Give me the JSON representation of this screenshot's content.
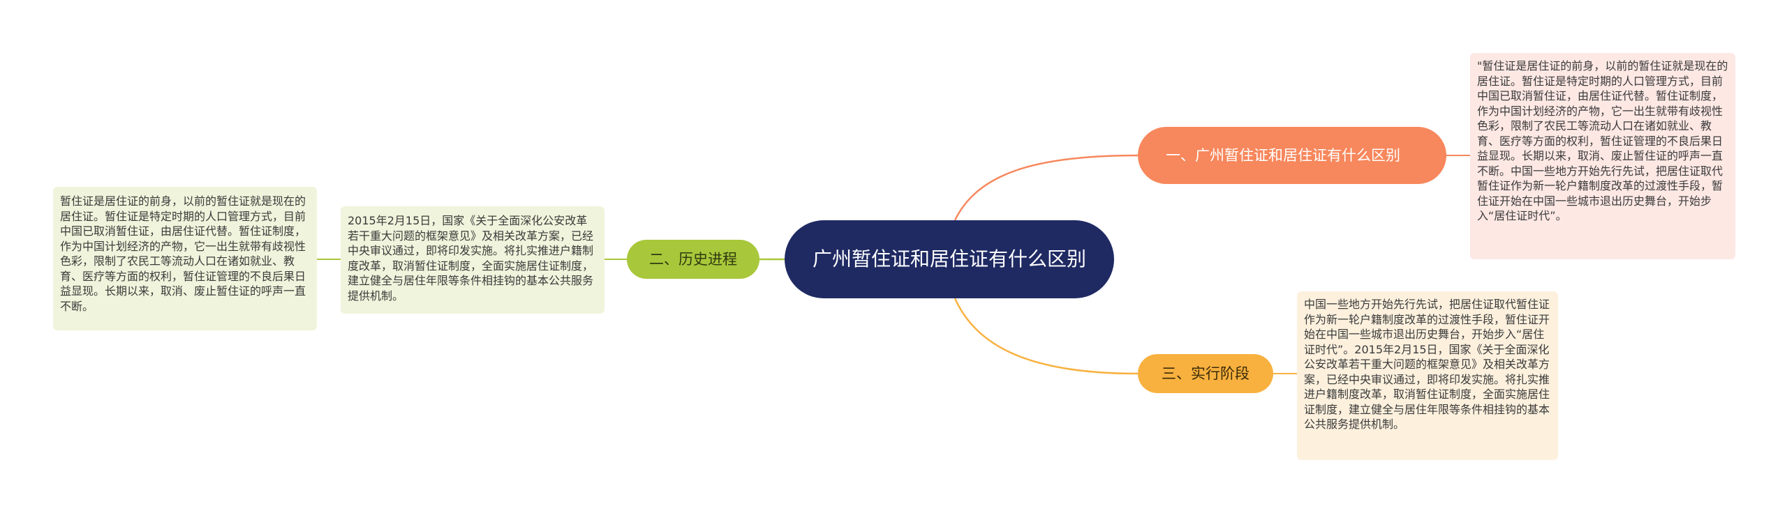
{
  "colors": {
    "center": "#1f2a63",
    "branch1": "#f7875c",
    "branch2": "#a8c73a",
    "branch3": "#f8b13f",
    "line1": "#f7875c",
    "line2": "#a8c73a",
    "line3": "#f8b13f"
  },
  "center": {
    "label": "广州暂住证和居住证有什么区别"
  },
  "branches": [
    {
      "label": "一、广州暂住证和居住证有什么区别",
      "note": "\"暂住证是居住证的前身，以前的暂住证就是现在的居住证。暂住证是特定时期的人口管理方式，目前中国已取消暂住证，由居住证代替。暂住证制度，作为中国计划经济的产物，它一出生就带有歧视性色彩，限制了农民工等流动人口在诸如就业、教育、医疗等方面的权利，暂住证管理的不良后果日益显现。长期以来，取消、废止暂住证的呼声一直不断。中国一些地方开始先行先试，把居住证取代暂住证作为新一轮户籍制度改革的过渡性手段，暂住证开始在中国一些城市退出历史舞台，开始步入“居住证时代”。"
    },
    {
      "label": "二、历史进程",
      "note": "2015年2月15日，国家《关于全面深化公安改革若干重大问题的框架意见》及相关改革方案，已经中央审议通过，即将印发实施。将扎实推进户籍制度改革，取消暂住证制度，全面实施居住证制度，建立健全与居住年限等条件相挂钩的基本公共服务提供机制。",
      "note2": "暂住证是居住证的前身，以前的暂住证就是现在的居住证。暂住证是特定时期的人口管理方式，目前中国已取消暂住证，由居住证代替。暂住证制度，作为中国计划经济的产物，它一出生就带有歧视性色彩，限制了农民工等流动人口在诸如就业、教育、医疗等方面的权利，暂住证管理的不良后果日益显现。长期以来，取消、废止暂住证的呼声一直不断。"
    },
    {
      "label": "三、实行阶段",
      "note": "中国一些地方开始先行先试，把居住证取代暂住证作为新一轮户籍制度改革的过渡性手段，暂住证开始在中国一些城市退出历史舞台，开始步入“居住证时代”。2015年2月15日，国家《关于全面深化公安改革若干重大问题的框架意见》及相关改革方案，已经中央审议通过，即将印发实施。将扎实推进户籍制度改革，取消暂住证制度，全面实施居住证制度，建立健全与居住年限等条件相挂钩的基本公共服务提供机制。"
    }
  ]
}
